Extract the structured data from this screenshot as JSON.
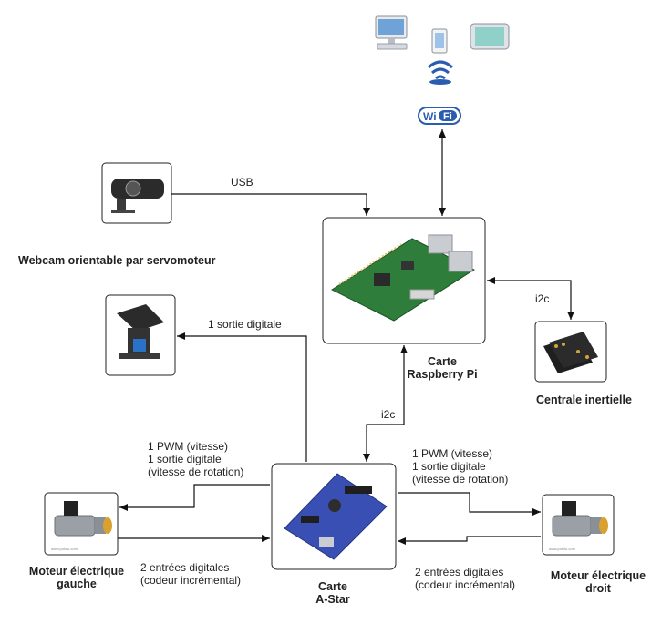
{
  "labels": {
    "usb": "USB",
    "webcam": "Webcam orientable par servomoteur",
    "servo_out": "1 sortie digitale",
    "i2c_imu": "i2c",
    "i2c_astar": "i2c",
    "raspberry_line1": "Carte",
    "raspberry_line2": "Raspberry Pi",
    "imu": "Centrale inertielle",
    "left_out_line1": "1 PWM (vitesse)",
    "left_out_line2": "1 sortie digitale",
    "left_out_line3": "(vitesse de rotation)",
    "right_out_line1": "1 PWM (vitesse)",
    "right_out_line2": "1 sortie digitale",
    "right_out_line3": "(vitesse de rotation)",
    "left_in_line1": "2 entrées digitales",
    "left_in_line2": "(codeur incrémental)",
    "right_in_line1": "2 entrées digitales",
    "right_in_line2": "(codeur incrémental)",
    "motor_left_line1": "Moteur électrique",
    "motor_left_line2": "gauche",
    "motor_right_line1": "Moteur électrique",
    "motor_right_line2": "droit",
    "astar_line1": "Carte",
    "astar_line2": "A-Star",
    "wifi": "Wi Fi",
    "motor_watermark": "www.pololu.com"
  },
  "icons": [
    "desktop-computer-icon",
    "smartphone-icon",
    "tablet-icon",
    "wireless-signal-icon",
    "wifi-logo-icon"
  ],
  "colors": {
    "wifi_blue": "#2a5db0",
    "board_green": "#2e7d3a",
    "astar_blue": "#3a4fb3",
    "line": "#111111"
  }
}
